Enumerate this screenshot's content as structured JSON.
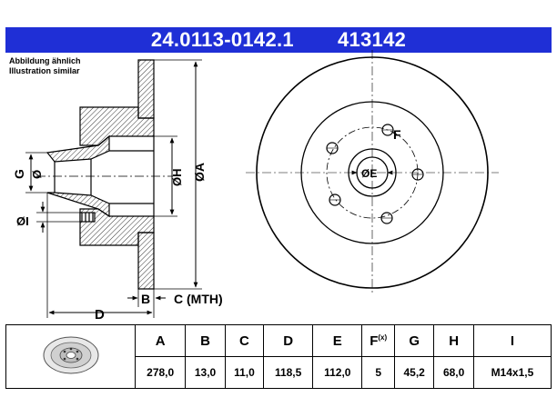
{
  "header": {
    "part_number": "24.0113-0142.1",
    "ref_number": "413142",
    "bg_color": "#1f2fd6"
  },
  "caption": {
    "line1": "Abbildung ähnlich",
    "line2": "Illustration similar"
  },
  "labels": {
    "a": "ØA",
    "h": "ØH",
    "g": "G",
    "g_dia": "Ø",
    "i": "ØI",
    "e": "ØE",
    "f": "F",
    "d": "D",
    "b": "B",
    "c": "C (MTH)"
  },
  "table": {
    "columns": [
      {
        "key": "A",
        "label": "A",
        "value": "278,0"
      },
      {
        "key": "B",
        "label": "B",
        "value": "13,0"
      },
      {
        "key": "C",
        "label": "C",
        "value": "11,0"
      },
      {
        "key": "D",
        "label": "D",
        "value": "118,5"
      },
      {
        "key": "E",
        "label": "E",
        "value": "112,0"
      },
      {
        "key": "F",
        "label": "F",
        "sub": "(x)",
        "value": "5"
      },
      {
        "key": "G",
        "label": "G",
        "value": "45,2"
      },
      {
        "key": "H",
        "label": "H",
        "value": "68,0"
      },
      {
        "key": "I",
        "label": "I",
        "value": "M14x1,5"
      }
    ]
  }
}
